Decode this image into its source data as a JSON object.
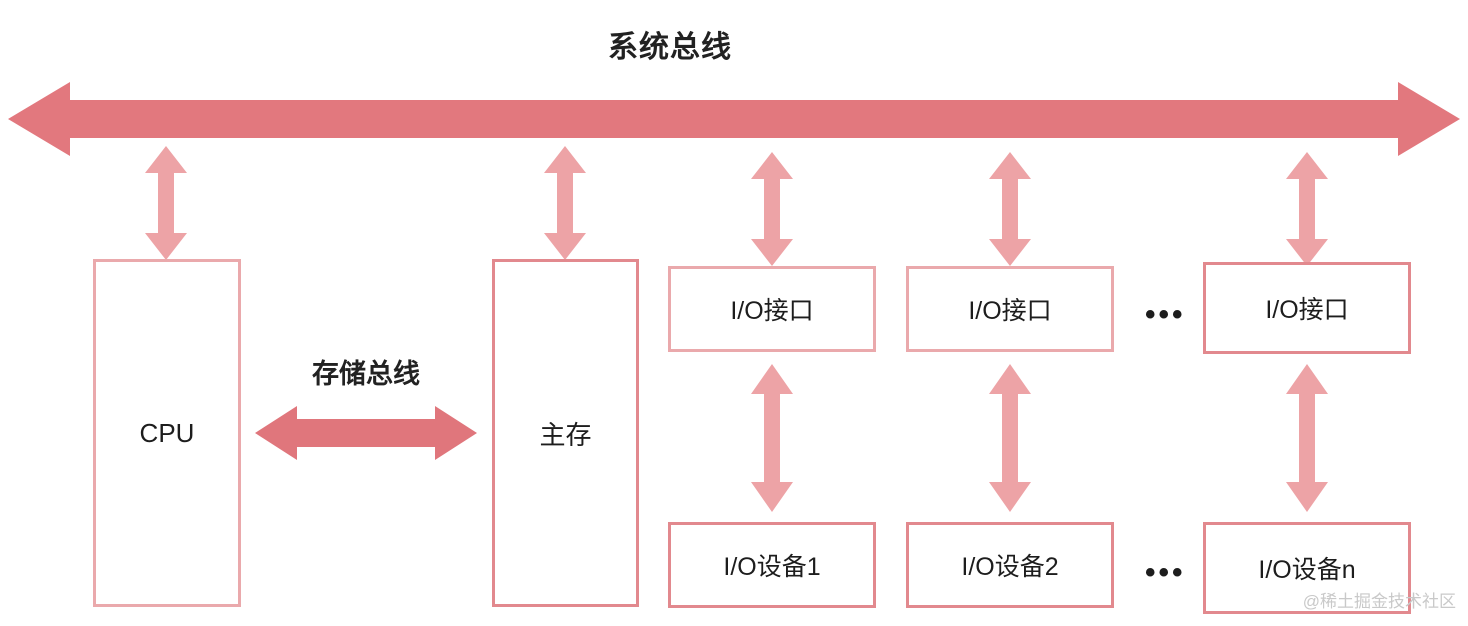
{
  "diagram": {
    "title": "系统总线",
    "type": "computer-architecture-block-diagram",
    "colors": {
      "system_bus": "#e2787e",
      "storage_bus": "#e0767c",
      "connector_arrow": "#eda3a6",
      "box_border_light": "#eaa9ac",
      "box_border_strong": "#e2898e",
      "text": "#1d1d1d",
      "background": "#ffffff",
      "watermark": "#c9c9c9"
    },
    "system_bus": {
      "label": "系统总线",
      "arrow_direction": "bidirectional-horizontal"
    },
    "storage_bus": {
      "label": "存储总线",
      "arrow_direction": "bidirectional-horizontal"
    },
    "nodes": {
      "cpu": {
        "label": "CPU"
      },
      "memory": {
        "label": "主存"
      },
      "io_interfaces": [
        {
          "label": "I/O接口"
        },
        {
          "label": "I/O接口"
        },
        {
          "label": "I/O接口"
        }
      ],
      "io_devices": [
        {
          "label": "I/O设备1"
        },
        {
          "label": "I/O设备2"
        },
        {
          "label": "I/O设备n"
        }
      ]
    },
    "ellipsis": {
      "top": "•••",
      "bottom": "•••"
    },
    "watermark": "@稀土掘金技术社区"
  }
}
